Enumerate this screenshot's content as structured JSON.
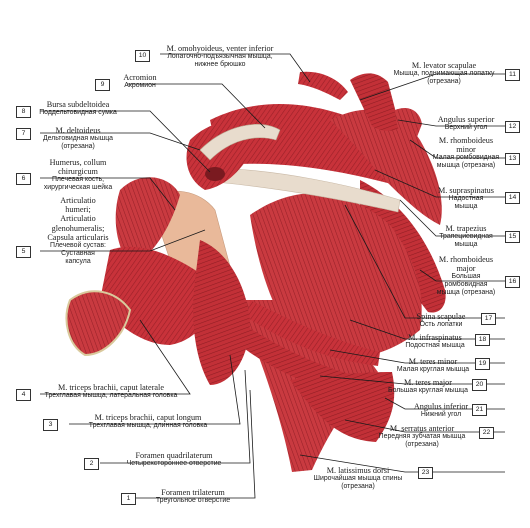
{
  "labels": [
    {
      "num": "1",
      "latin": "Foramen trilaterum",
      "russian": [
        "Треугольное отверстие"
      ]
    },
    {
      "num": "2",
      "latin": "Foramen quadrilaterum",
      "russian": [
        "Четырехстороннее отверстие"
      ]
    },
    {
      "num": "3",
      "latin": "M. triceps brachii, caput longum",
      "russian": [
        "Трехглавая мышца, длинная головка"
      ]
    },
    {
      "num": "4",
      "latin": "M. triceps brachii, caput laterale",
      "russian": [
        "Трехглавая мышца, латеральная головка"
      ]
    },
    {
      "num": "5",
      "latin": "Articulatio humeri; Articulatio glenohumeralis; Capsula articularis",
      "latin_lines": [
        "Articulatio",
        "humeri;",
        "Articulatio",
        "glenohumeralis;",
        "Capsula articularis"
      ],
      "russian": [
        "Плечевой сустав:",
        "Суставная",
        "капсула"
      ]
    },
    {
      "num": "6",
      "latin": "Humerus, collum chirurgicum",
      "latin_lines": [
        "Humerus, collum",
        "chirurgicum"
      ],
      "russian": [
        "Плечевая кость,",
        "хирургическая шейка"
      ]
    },
    {
      "num": "7",
      "latin": "M. deltoideus",
      "russian": [
        "Дельтовидная мышца",
        "(отрезана)"
      ]
    },
    {
      "num": "8",
      "latin": "Bursa subdeltoidea",
      "russian": [
        "Поддельтовидная сумка"
      ]
    },
    {
      "num": "9",
      "latin": "Acromion",
      "russian": [
        "Акромион"
      ]
    },
    {
      "num": "10",
      "latin": "M. omohyoideus, venter inferior",
      "russian": [
        "Лопаточно-подъязычная мышца,",
        "нижнее брюшко"
      ]
    },
    {
      "num": "11",
      "latin": "M. levator scapulae",
      "russian": [
        "Мышца, поднимающая лопатку",
        "(отрезана)"
      ]
    },
    {
      "num": "12",
      "latin": "Angulus superior",
      "russian": [
        "Верхний угол"
      ]
    },
    {
      "num": "13",
      "latin": "M. rhomboideus minor",
      "latin_lines": [
        "M. rhomboideus",
        "minor"
      ],
      "russian": [
        "Малая ромбовидная",
        "мышца (отрезана)"
      ]
    },
    {
      "num": "14",
      "latin": "M. supraspinatus",
      "russian": [
        "Надостная",
        "мышца"
      ]
    },
    {
      "num": "15",
      "latin": "M. trapezius",
      "russian": [
        "Трапециевидная",
        "мышца"
      ]
    },
    {
      "num": "16",
      "latin": "M. rhomboideus major",
      "latin_lines": [
        "M. rhomboideus",
        "major"
      ],
      "russian": [
        "Большая",
        "ромбовидная",
        "мышца (отрезана)"
      ]
    },
    {
      "num": "17",
      "latin": "Spina scapulae",
      "russian": [
        "Ость лопатки"
      ]
    },
    {
      "num": "18",
      "latin": "M. infraspinatus",
      "russian": [
        "Подостная мышца"
      ]
    },
    {
      "num": "19",
      "latin": "M. teres minor",
      "russian": [
        "Малая круглая мышца"
      ]
    },
    {
      "num": "20",
      "latin": "M. teres major",
      "russian": [
        "Большая круглая мышца"
      ]
    },
    {
      "num": "21",
      "latin": "Angulus inferior",
      "russian": [
        "Нижний угол"
      ]
    },
    {
      "num": "22",
      "latin": "M. serratus anterior",
      "russian": [
        "Передняя зубчатая мышца",
        "(отрезана)"
      ]
    },
    {
      "num": "23",
      "latin": "M. latissimus dorsi",
      "russian": [
        "Широчайшая мышца спины",
        "(отрезана)"
      ]
    }
  ],
  "colors": {
    "muscle": "#c8323a",
    "muscle_dark": "#8f1d24",
    "muscle_light": "#e07a78",
    "tendon": "#e8dccd",
    "skin": "#e9b99a",
    "leader": "#1a1a1a"
  }
}
